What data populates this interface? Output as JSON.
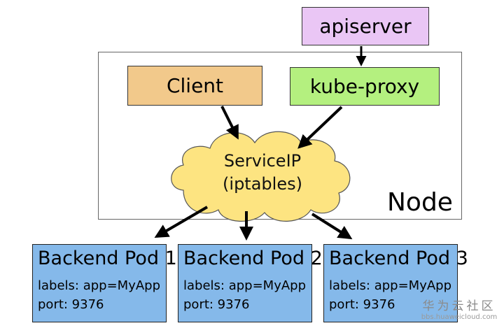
{
  "diagram": {
    "apiserver": "apiserver",
    "client": "Client",
    "kube_proxy": "kube-proxy",
    "service_line1": "ServiceIP",
    "service_line2": "(iptables)",
    "node": "Node",
    "pods": [
      {
        "title": "Backend Pod 1",
        "labels": "labels: app=MyApp",
        "port": "port: 9376"
      },
      {
        "title": "Backend Pod 2",
        "labels": "labels: app=MyApp",
        "port": "port: 9376"
      },
      {
        "title": "Backend Pod 3",
        "labels": "labels: app=MyApp",
        "port": "port: 9376"
      }
    ]
  },
  "watermark": {
    "brand": "华为云社区",
    "url": "bbs.huaweicloud.com"
  },
  "colors": {
    "apiserver": "#eac6f5",
    "client": "#f2c98b",
    "kube_proxy": "#b4f07f",
    "cloud": "#fde481",
    "pod": "#85b9ea"
  }
}
